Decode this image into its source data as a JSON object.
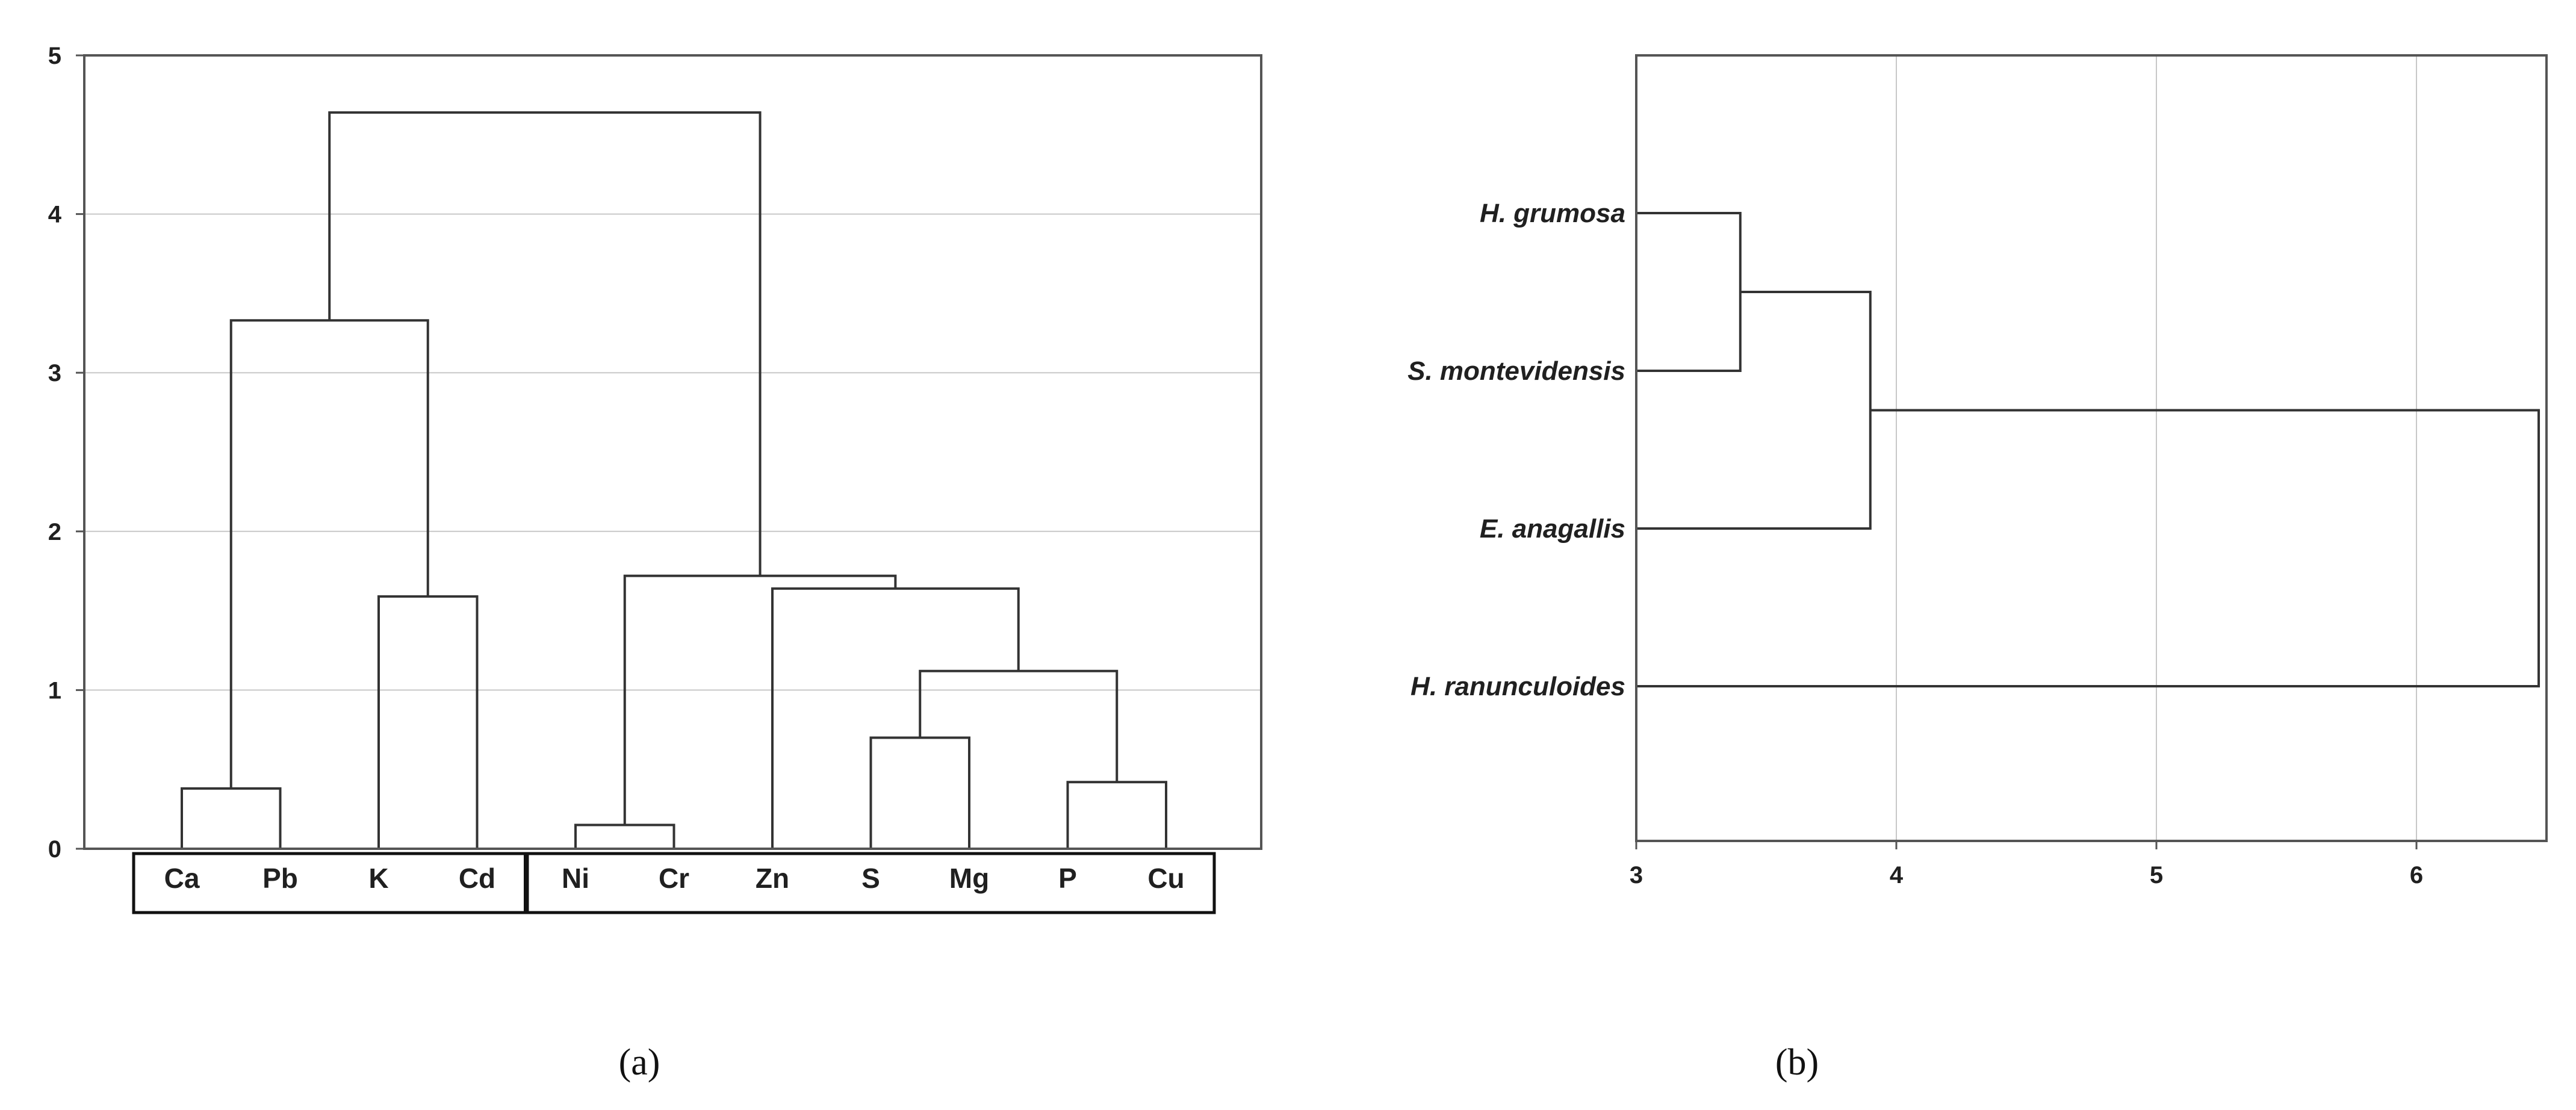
{
  "chart_data": [
    {
      "type": "dendrogram",
      "orientation": "vertical",
      "panel_label": "(a)",
      "ylim": [
        0,
        5
      ],
      "yticks": [
        "0",
        "1",
        "2",
        "3",
        "4",
        "5"
      ],
      "grid": true,
      "leaves": [
        "Ca",
        "Pb",
        "K",
        "Cd",
        "Ni",
        "Cr",
        "Zn",
        "S",
        "Mg",
        "P",
        "Cu"
      ],
      "merges": [
        {
          "a": "Ni",
          "b": "Cr",
          "height": 0.15
        },
        {
          "a": "Ca",
          "b": "Pb",
          "height": 0.38
        },
        {
          "a": "P",
          "b": "Cu",
          "height": 0.42
        },
        {
          "a": "S",
          "b": "Mg",
          "height": 0.7
        },
        {
          "a": "S+Mg",
          "b": "P+Cu",
          "height": 1.12
        },
        {
          "a": "K",
          "b": "Cd",
          "height": 1.59
        },
        {
          "a": "Zn",
          "b": "S+Mg+P+Cu",
          "height": 1.64
        },
        {
          "a": "Ni+Cr",
          "b": "Zn+S+Mg+P+Cu",
          "height": 1.72
        },
        {
          "a": "Ca+Pb",
          "b": "K+Cd",
          "height": 3.33
        },
        {
          "a": "Ca+Pb+K+Cd",
          "b": "Ni+Cr+Zn+S+Mg+P+Cu",
          "height": 4.64
        }
      ],
      "leaf_groups": [
        [
          "Ca",
          "Pb",
          "K",
          "Cd"
        ],
        [
          "Ni",
          "Cr",
          "Zn",
          "S",
          "Mg",
          "P",
          "Cu"
        ]
      ]
    },
    {
      "type": "dendrogram",
      "orientation": "horizontal",
      "panel_label": "(b)",
      "xlim": [
        3,
        6.5
      ],
      "xticks": [
        "3",
        "4",
        "5",
        "6"
      ],
      "grid": true,
      "leaves": [
        "H. grumosa",
        "S. montevidensis",
        "E. anagallis",
        "H. ranunculoides"
      ],
      "merges": [
        {
          "a": "H. grumosa",
          "b": "S. montevidensis",
          "height": 3.4
        },
        {
          "a": "H. grumosa+S. montevidensis",
          "b": "E. anagallis",
          "height": 3.9
        },
        {
          "a": "H. grumosa+S. montevidensis+E. anagallis",
          "b": "H. ranunculoides",
          "height": 6.47
        }
      ]
    }
  ]
}
